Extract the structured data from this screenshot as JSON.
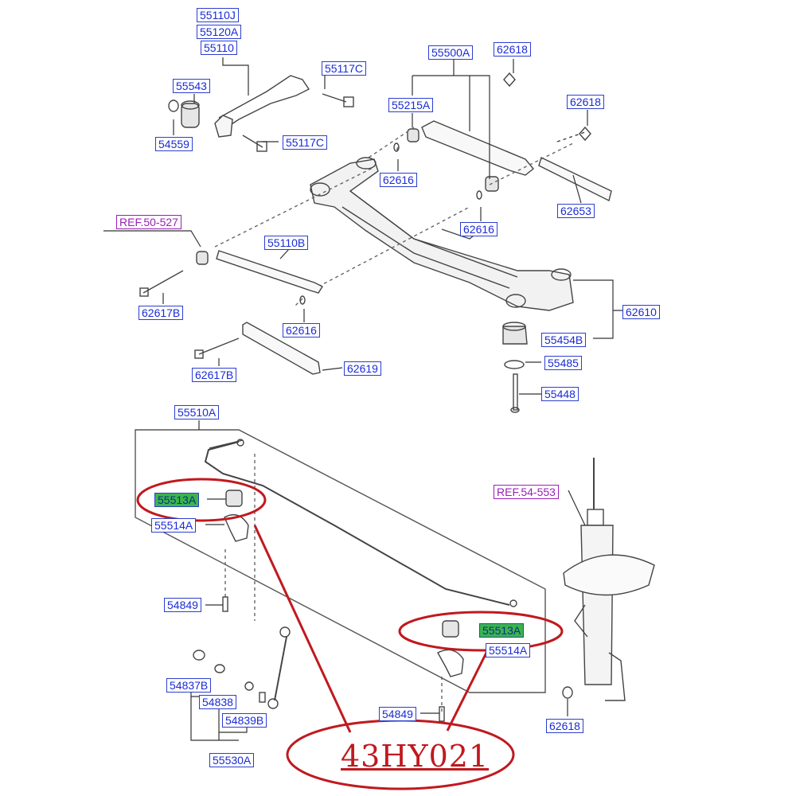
{
  "diagram": {
    "part_labels": {
      "p55110J": "55110J",
      "p55120A": "55120A",
      "p55110": "55110",
      "p55543": "55543",
      "p54559": "54559",
      "p55117C_a": "55117C",
      "p55117C_b": "55117C",
      "p55500A": "55500A",
      "p62618_a": "62618",
      "p55215A": "55215A",
      "p62618_b": "62618",
      "p62616_a": "62616",
      "p62653": "62653",
      "p62616_b": "62616",
      "ref50527": "REF.50-527",
      "p55110B": "55110B",
      "p62617B_a": "62617B",
      "p62616_c": "62616",
      "p62610": "62610",
      "p55454B": "55454B",
      "p55485": "55485",
      "p55448": "55448",
      "p62617B_b": "62617B",
      "p62619": "62619",
      "p55510A": "55510A",
      "p55513A_a": "55513A",
      "p55514A_a": "55514A",
      "p54849_a": "54849",
      "p55513A_b": "55513A",
      "p55514A_b": "55514A",
      "ref54553": "REF.54-553",
      "p54837B": "54837B",
      "p54838": "54838",
      "p54839B": "54839B",
      "p54849_b": "54849",
      "p55530A": "55530A",
      "p62618_c": "62618"
    },
    "highlight_code": "43HY021",
    "colors": {
      "label_text": "#1a2bd6",
      "label_border": "#2b3fd0",
      "highlight_fill": "#3bb54a",
      "ref_text": "#9b1fb8",
      "annotation_red": "#c0191e"
    }
  }
}
